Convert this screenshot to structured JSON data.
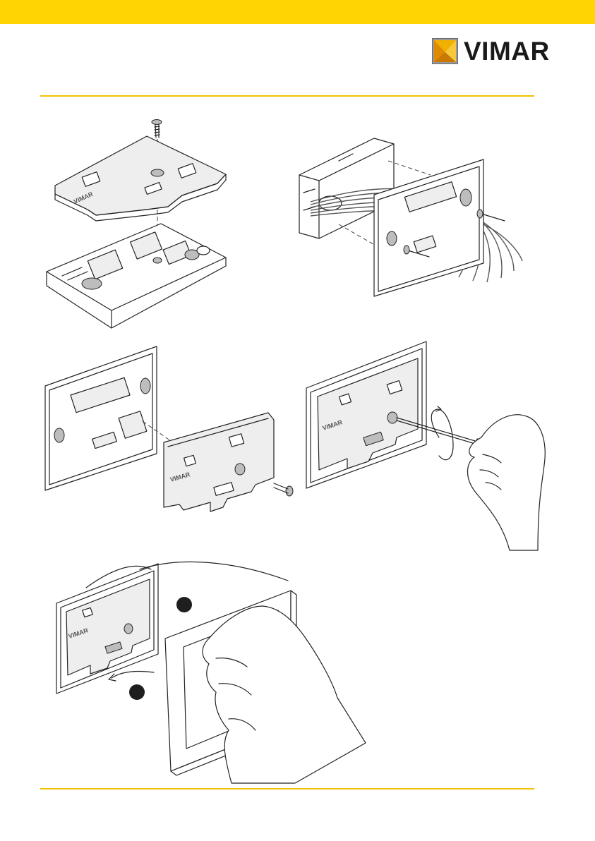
{
  "header": {
    "band_color": "#FFD400",
    "rule_color": "#F2C200",
    "brand_name": "VIMAR",
    "brand_icon": "vimar-logo-icon"
  },
  "figures": [
    {
      "name": "fig-remove-cover-screw",
      "icon": "device-cover-screw"
    },
    {
      "name": "fig-wall-box-wiring",
      "icon": "wall-box-wires"
    },
    {
      "name": "fig-attach-plate",
      "icon": "mounting-plate-screw"
    },
    {
      "name": "fig-screwdriver-tighten",
      "icon": "screwdriver-rotate"
    },
    {
      "name": "fig-attach-front-display",
      "icon": "front-display-insert"
    }
  ],
  "plate_label": "VIMAR"
}
